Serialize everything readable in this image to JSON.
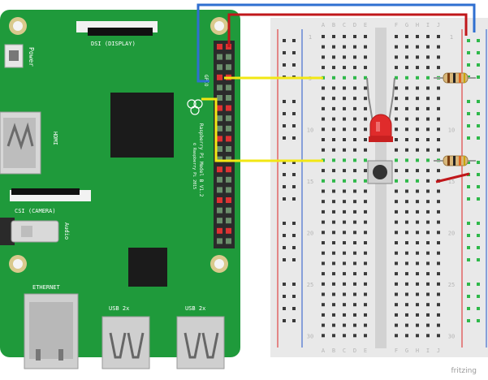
{
  "board": {
    "power_label": "Power",
    "dsi_label": "DSI (DISPLAY)",
    "hdmi_label": "HDMI",
    "csi_label": "CSI (CAMERA)",
    "audio_label": "Audio",
    "ethernet_label": "ETHERNET",
    "usb_left_label": "USB 2x",
    "usb_right_label": "USB 2x",
    "gpio_label": "GPIO",
    "model_text": "Raspberry Pi Model B V1.2",
    "copyright_text": "© Raspberry Pi 2015"
  },
  "breadboard": {
    "column_letters_left": [
      "A",
      "B",
      "C",
      "D",
      "E"
    ],
    "column_letters_right": [
      "F",
      "G",
      "H",
      "I",
      "J"
    ],
    "row_numbers": [
      "1",
      "5",
      "10",
      "15",
      "20",
      "25",
      "30"
    ]
  },
  "watermark": "fritzing",
  "colors": {
    "pcb_green": "#1f9a3b",
    "wire_blue": "#2f6fd0",
    "wire_red": "#c0171b",
    "wire_yellow": "#f2e713",
    "led_red": "#e02b2b",
    "breadboard_bg": "#e9e9e9"
  }
}
